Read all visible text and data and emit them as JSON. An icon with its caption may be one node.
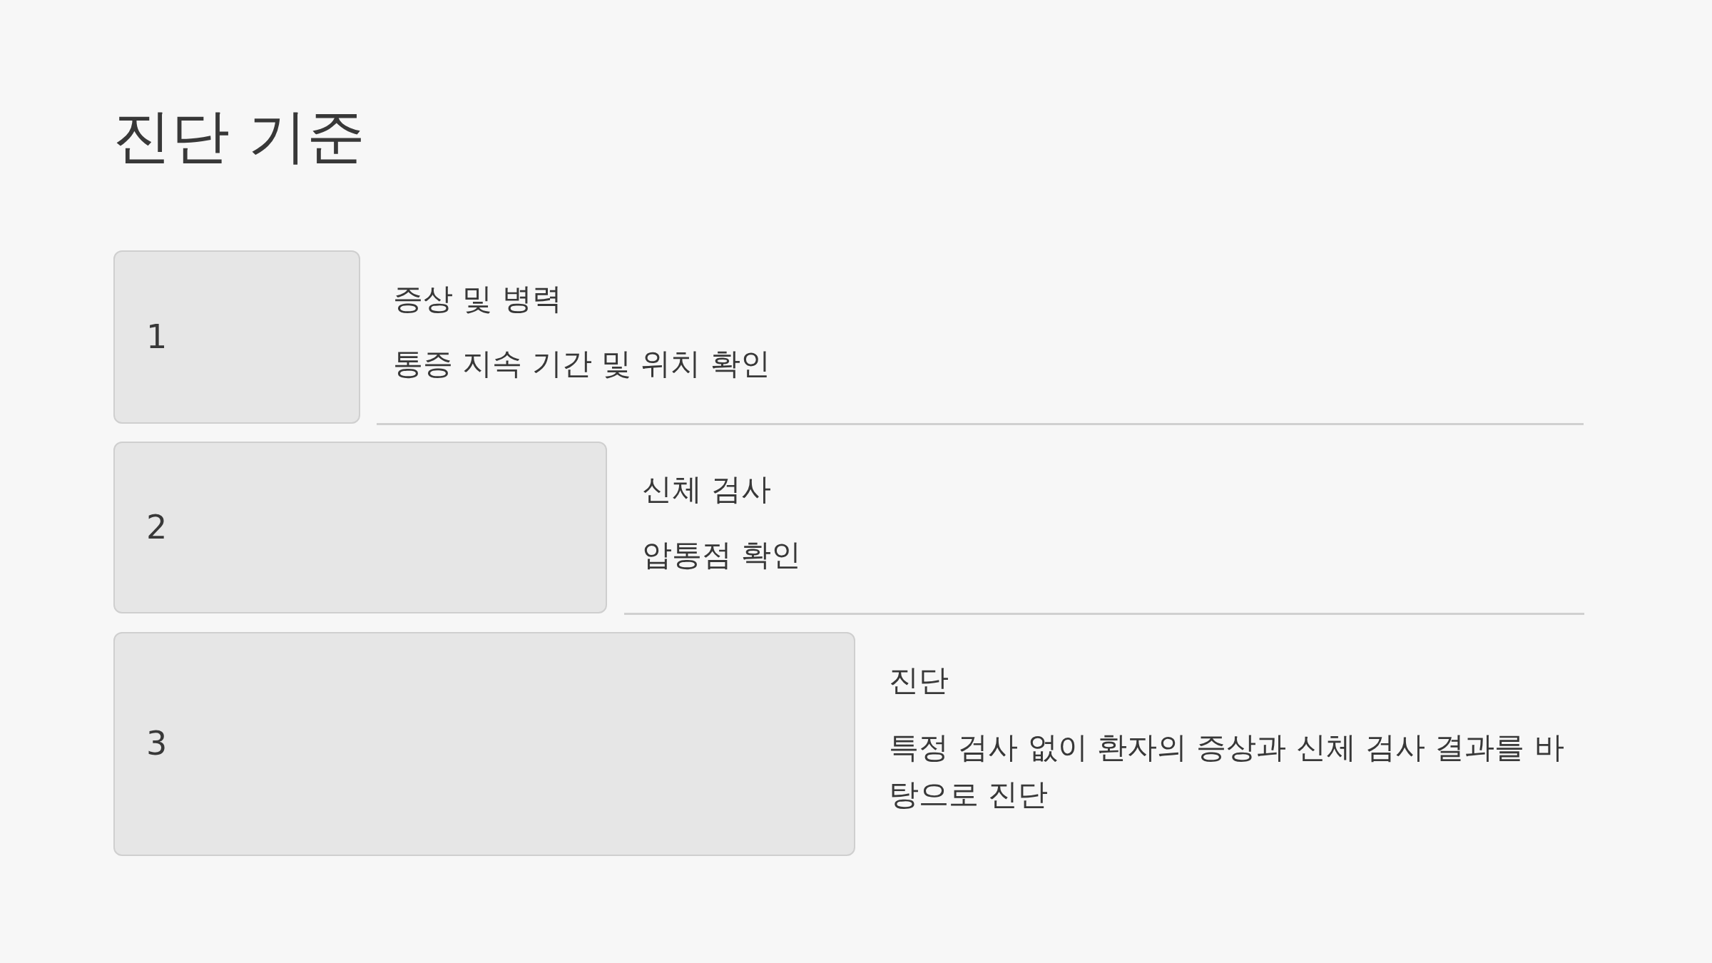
{
  "diagram": {
    "title": "진단 기준",
    "nodes": [
      {
        "text": [
          "1"
        ],
        "beside": [
          "증상 및 병력",
          "통증 지속 기간 및 위치 확인"
        ]
      },
      {
        "text": [
          "2"
        ],
        "beside": [
          "신체 검사",
          "압통점 확인"
        ]
      },
      {
        "text": [
          "3"
        ],
        "beside": [
          "진단",
          "특정 검사 없이 환자의 증상과 신체 검사 결과를 바탕으로 진단"
        ]
      }
    ]
  }
}
